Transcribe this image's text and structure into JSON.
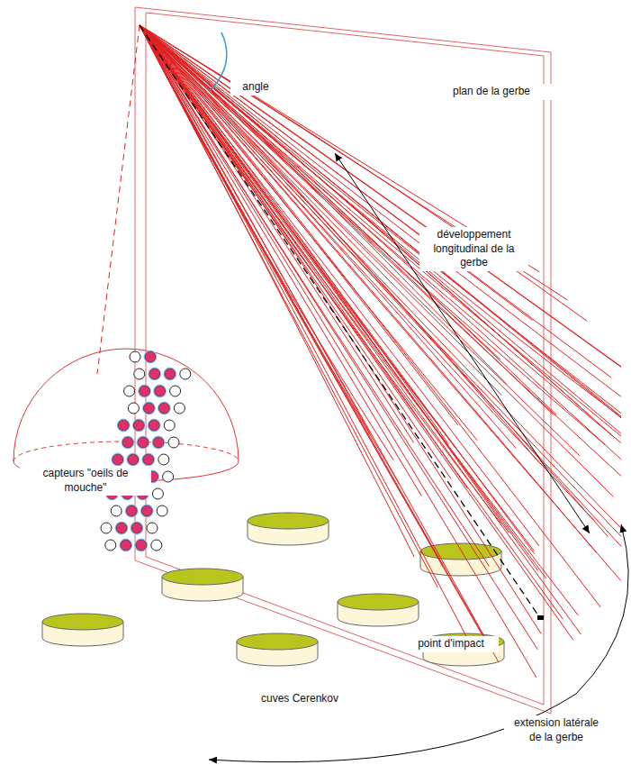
{
  "diagram": {
    "labels": [
      "angle",
      "plan de la gerbe",
      "développement longitudinal de la gerbe",
      "capteurs \"oeils de mouche\"",
      "point d'impact",
      "cuves Cerenkov",
      "extension latérale de la gerbe"
    ]
  }
}
